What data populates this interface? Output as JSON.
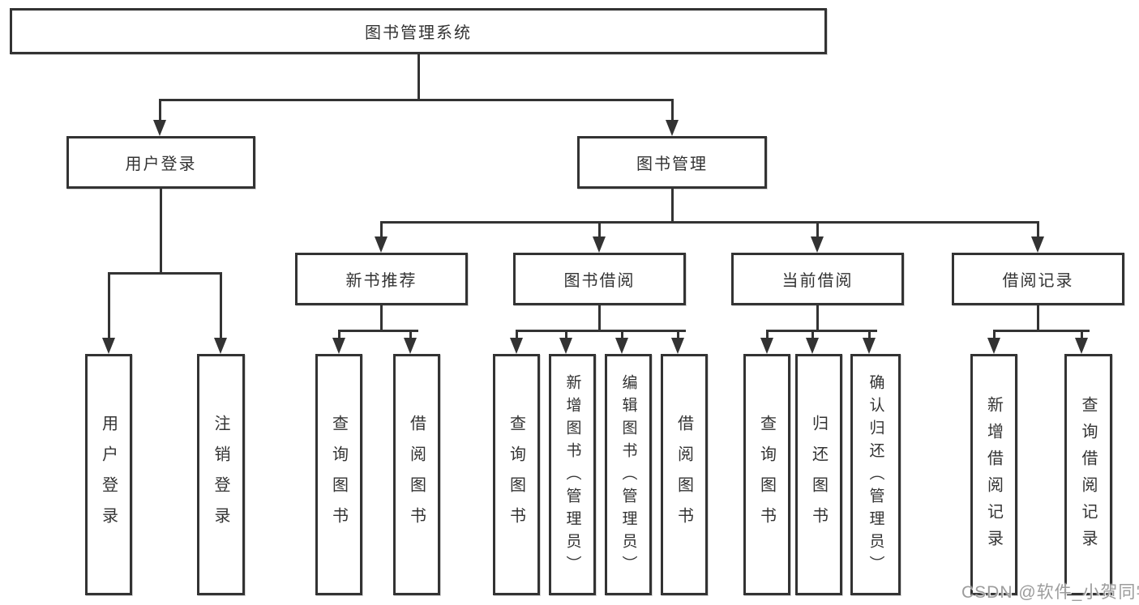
{
  "diagram": {
    "type": "hierarchy-chart",
    "title": "图书管理系统",
    "nodes": {
      "root": {
        "label": "图书管理系统"
      },
      "user_login": {
        "label": "用户登录"
      },
      "book_mgmt": {
        "label": "图书管理"
      },
      "user_login_leaf": {
        "label": "用户登录"
      },
      "logout_leaf": {
        "label": "注销登录"
      },
      "new_book_rec": {
        "label": "新书推荐"
      },
      "book_borrow": {
        "label": "图书借阅"
      },
      "current_borrow": {
        "label": "当前借阅"
      },
      "borrow_records": {
        "label": "借阅记录"
      },
      "rec_query_book": {
        "label": "查询图书"
      },
      "rec_borrow_book": {
        "label": "借阅图书"
      },
      "bb_query_book": {
        "label": "查询图书"
      },
      "bb_add_book": {
        "label": "新增图书（管理员）"
      },
      "bb_edit_book": {
        "label": "编辑图书（管理员）"
      },
      "bb_borrow_book": {
        "label": "借阅图书"
      },
      "cb_query_book": {
        "label": "查询图书"
      },
      "cb_return_book": {
        "label": "归还图书"
      },
      "cb_confirm_return": {
        "label": "确认归还（管理员）"
      },
      "br_add_record": {
        "label": "新增借阅记录"
      },
      "br_query_record": {
        "label": "查询借阅记录"
      }
    },
    "edges": [
      [
        "图书管理系统",
        "用户登录"
      ],
      [
        "图书管理系统",
        "图书管理"
      ],
      [
        "用户登录",
        "用户登录"
      ],
      [
        "用户登录",
        "注销登录"
      ],
      [
        "图书管理",
        "新书推荐"
      ],
      [
        "图书管理",
        "图书借阅"
      ],
      [
        "图书管理",
        "当前借阅"
      ],
      [
        "图书管理",
        "借阅记录"
      ],
      [
        "新书推荐",
        "查询图书"
      ],
      [
        "新书推荐",
        "借阅图书"
      ],
      [
        "图书借阅",
        "查询图书"
      ],
      [
        "图书借阅",
        "新增图书（管理员）"
      ],
      [
        "图书借阅",
        "编辑图书（管理员）"
      ],
      [
        "图书借阅",
        "借阅图书"
      ],
      [
        "当前借阅",
        "查询图书"
      ],
      [
        "当前借阅",
        "归还图书"
      ],
      [
        "当前借阅",
        "确认归还（管理员）"
      ],
      [
        "借阅记录",
        "新增借阅记录"
      ],
      [
        "借阅记录",
        "查询借阅记录"
      ]
    ],
    "colors": {
      "line": "#333333",
      "box_border": "#333333",
      "box_bg": "#ffffff",
      "text": "#333333",
      "background": "#ffffff"
    }
  },
  "watermark": {
    "text": "CSDN @软件_小贺同学",
    "color": "#9c9c9c"
  }
}
